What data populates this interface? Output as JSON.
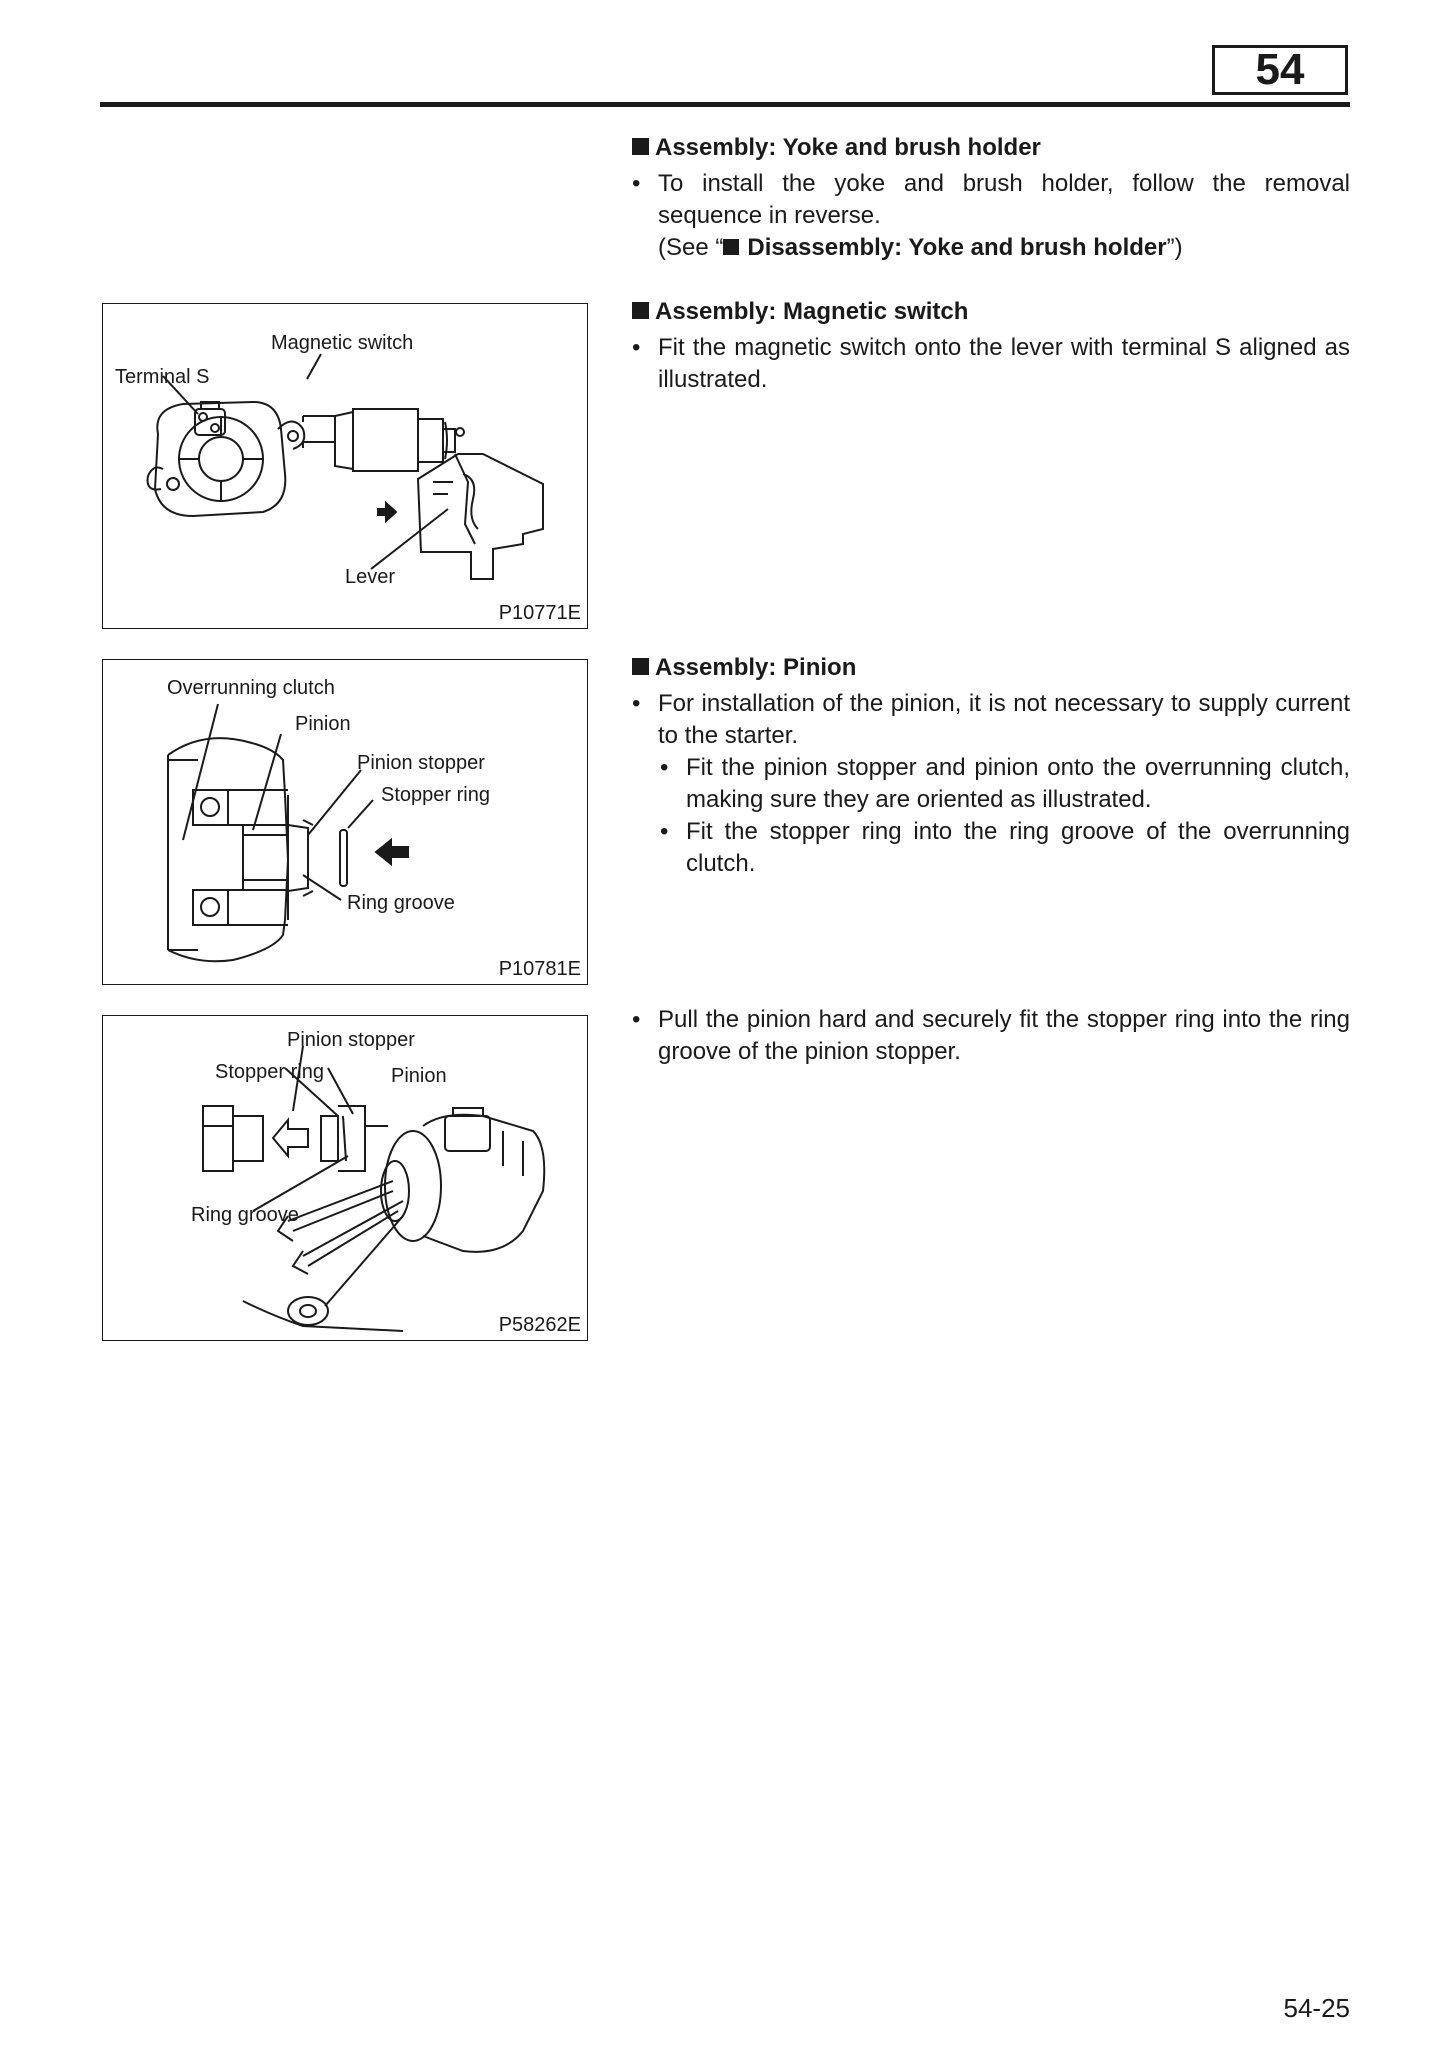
{
  "header": {
    "chapter": "54"
  },
  "sections": {
    "yoke": {
      "title": "Assembly: Yoke and brush holder",
      "bullet": "•",
      "text": "To install the yoke and brush holder, follow the removal sequence in reverse.",
      "see_open": "(See “",
      "see_ref": "Disassembly: Yoke and brush holder",
      "see_close": "”)"
    },
    "magnetic": {
      "title": "Assembly: Magnetic switch",
      "text": "Fit the magnetic switch onto the lever with terminal S aligned as illustrated."
    },
    "pinion": {
      "title": "Assembly: Pinion",
      "text": "For installation of the pinion, it is not necessary to supply current to the starter.",
      "sub1": "Fit the pinion stopper and pinion onto the overrunning clutch, making sure they are oriented as illustrated.",
      "sub2": "Fit the stopper ring into the ring groove of the overrunning clutch."
    },
    "pull": {
      "text": "Pull the pinion hard and securely fit the stopper ring into the ring groove of the pinion stopper."
    }
  },
  "figures": {
    "fig1": {
      "labels": {
        "magnetic_switch": "Magnetic switch",
        "terminal_s": "Terminal S",
        "lever": "Lever"
      },
      "code": "P10771E"
    },
    "fig2": {
      "labels": {
        "overrunning_clutch": "Overrunning clutch",
        "pinion": "Pinion",
        "pinion_stopper": "Pinion stopper",
        "stopper_ring": "Stopper ring",
        "ring_groove": "Ring groove"
      },
      "code": "P10781E"
    },
    "fig3": {
      "labels": {
        "pinion_stopper": "Pinion stopper",
        "stopper_ring": "Stopper ring",
        "pinion": "Pinion",
        "ring_groove": "Ring groove"
      },
      "code": "P58262E"
    }
  },
  "footer": {
    "page_number": "54-25"
  }
}
